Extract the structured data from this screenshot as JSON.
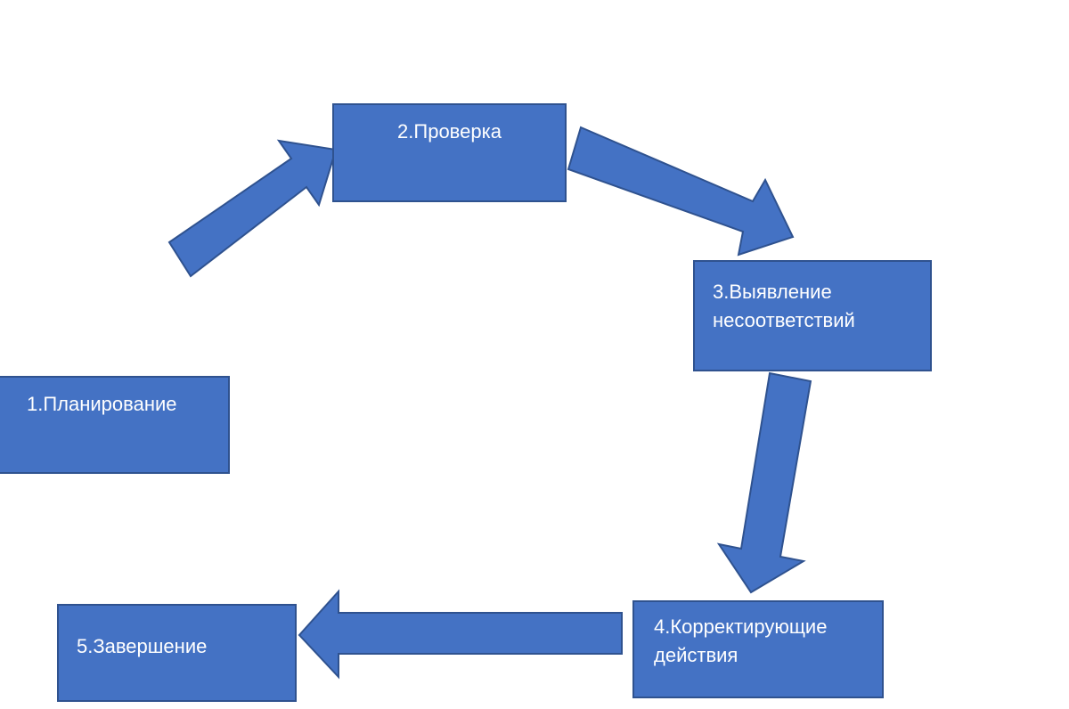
{
  "diagram": {
    "steps": [
      {
        "id": "step-1",
        "label": "1.Планирование"
      },
      {
        "id": "step-2",
        "label": "2.Проверка"
      },
      {
        "id": "step-3",
        "label": "3.Выявление несоответствий"
      },
      {
        "id": "step-4",
        "label": "4.Корректирующие действия"
      },
      {
        "id": "step-5",
        "label": "5.Завершение"
      }
    ],
    "colors": {
      "box_fill": "#4472c4",
      "box_border": "#2f528f",
      "text": "#ffffff",
      "background": "#ffffff"
    },
    "connections": [
      {
        "from": "1.Планирование",
        "to": "2.Проверка"
      },
      {
        "from": "2.Проверка",
        "to": "3.Выявление несоответствий"
      },
      {
        "from": "3.Выявление несоответствий",
        "to": "4.Корректирующие действия"
      },
      {
        "from": "4.Корректирующие действия",
        "to": "5.Завершение"
      }
    ]
  }
}
